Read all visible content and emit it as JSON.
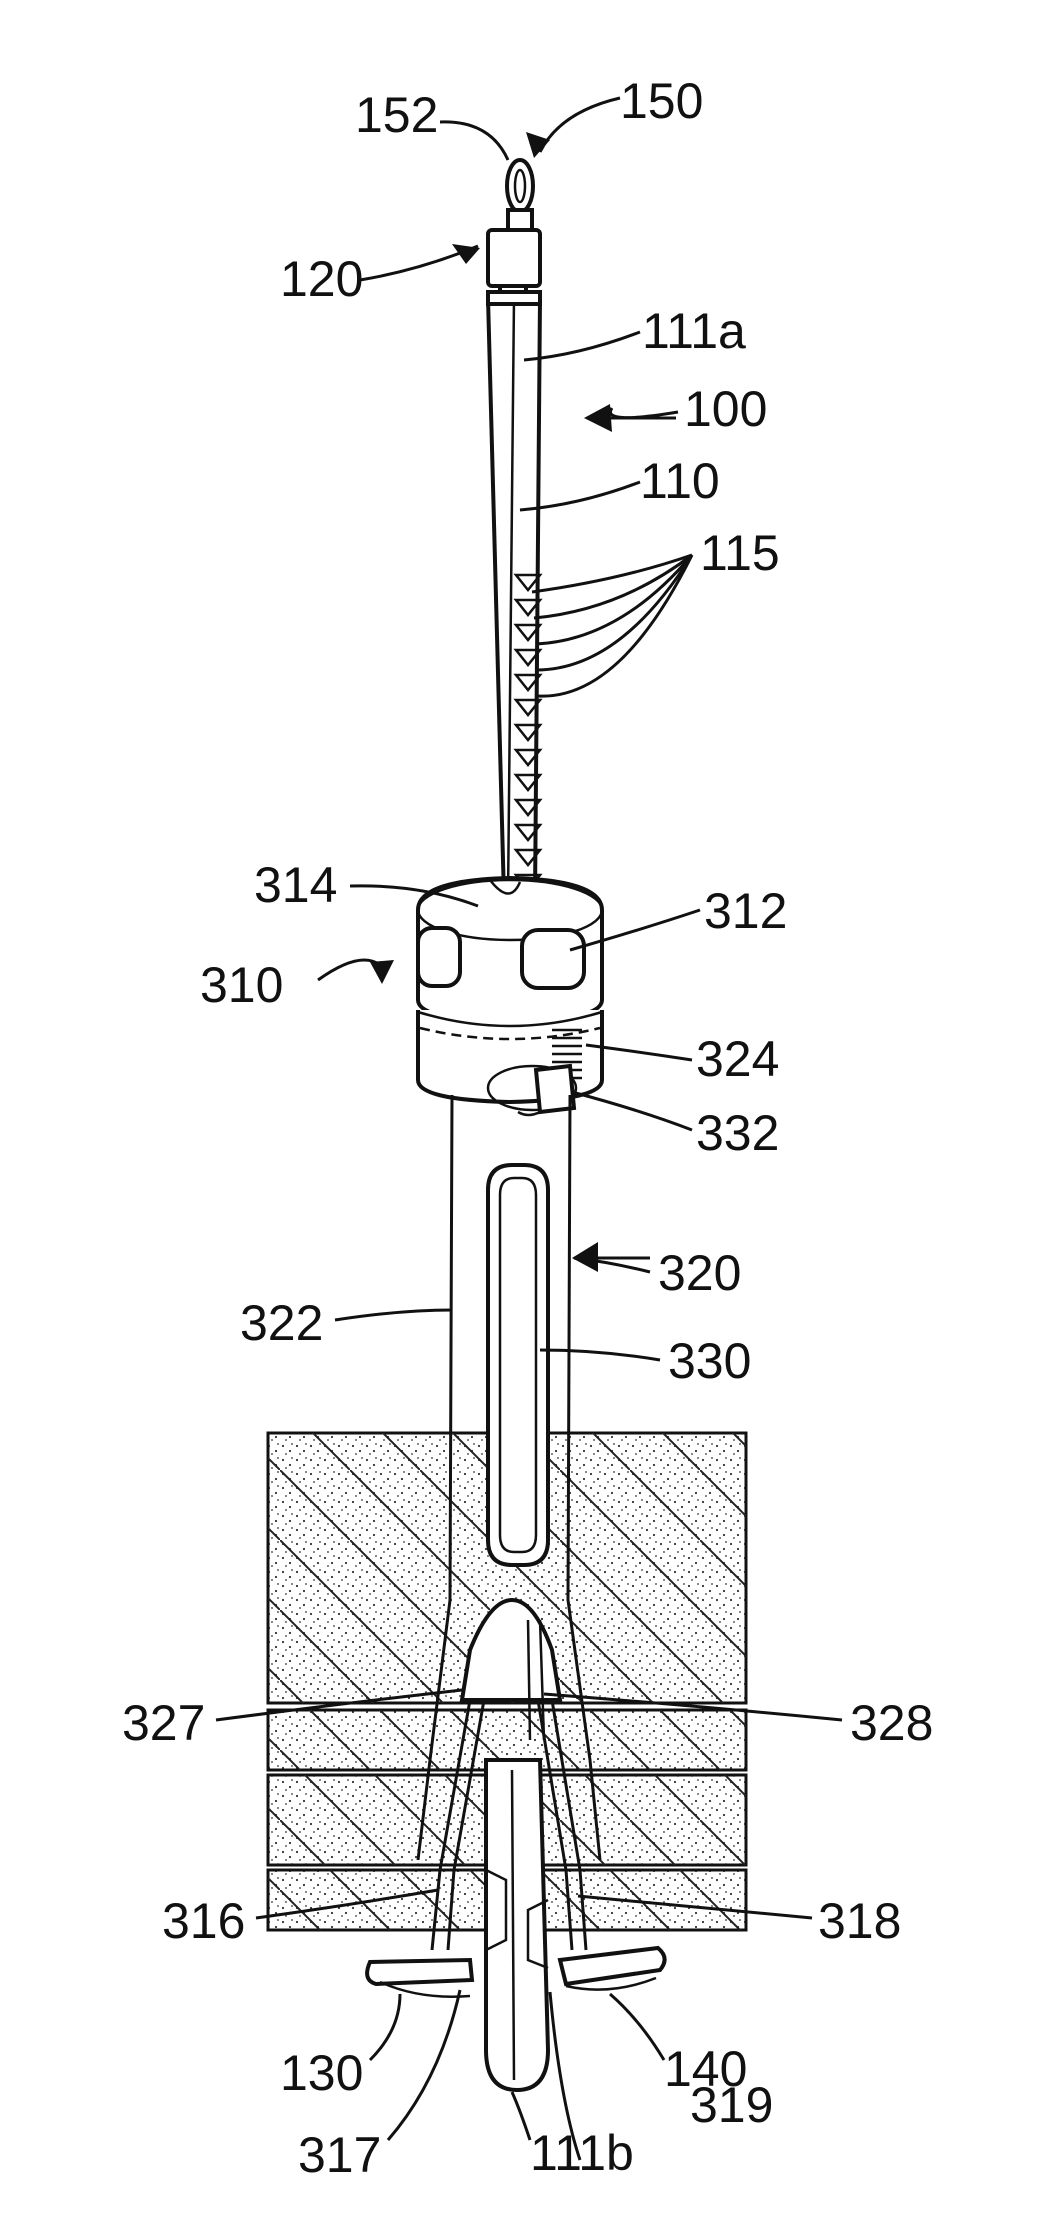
{
  "figure": {
    "labels": {
      "l152": "152",
      "l150": "150",
      "l120": "120",
      "l111a": "111a",
      "l100": "100",
      "l110": "110",
      "l115": "115",
      "l314": "314",
      "l312": "312",
      "l310": "310",
      "l324": "324",
      "l332": "332",
      "l320": "320",
      "l322": "322",
      "l330": "330",
      "l327": "327",
      "l328": "328",
      "l316": "316",
      "l318": "318",
      "l130": "130",
      "l140": "140",
      "l317": "317",
      "l111b": "111b",
      "l319": "319"
    }
  }
}
